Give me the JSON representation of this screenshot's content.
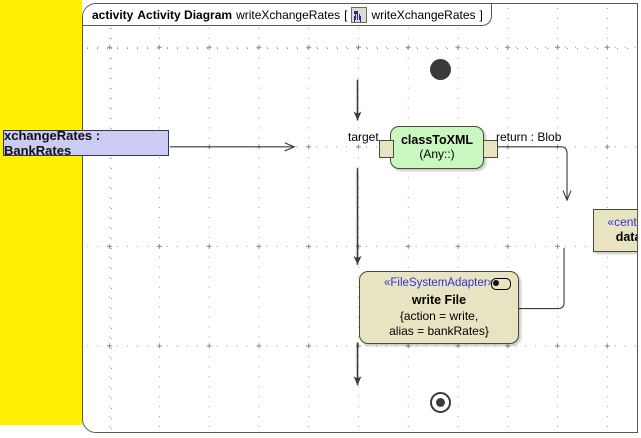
{
  "frame": {
    "keyword": "activity",
    "diagram_type": "Activity Diagram",
    "name": "writeXchangeRates",
    "bracket_open": "[",
    "icon": "activity-diagram-icon",
    "qualified_name": "writeXchangeRates",
    "bracket_close": "]"
  },
  "nodes": {
    "input_pin_object": {
      "label": "xchangeRates : BankRates",
      "fill": "#ccccf2",
      "stroke": "#333366"
    },
    "initial_node": {
      "name": "initial-node",
      "fill": "#3a3a3a"
    },
    "class_to_xml": {
      "name": "classToXML",
      "signature": "(Any::)",
      "fill": "#c8f7c0",
      "stroke": "#4a4a3a",
      "pin_left": "target-pin",
      "pin_right": "return-pin"
    },
    "central_buffer": {
      "stereotype": "«centralBuffer»",
      "label": "data : Blob",
      "fill": "#e8e4c2",
      "stereotype_color": "#3333cc"
    },
    "write_file": {
      "stereotype": "«FileSystemAdapter»",
      "name": "write File",
      "property_line1": "{action = write,",
      "property_line2": "alias = bankRates}",
      "fill": "#e8e4c2",
      "stereotype_color": "#3333cc",
      "icon": "behavior-icon"
    },
    "final_node": {
      "name": "activity-final-node",
      "fill": "#3a3a3a"
    }
  },
  "edges": {
    "target_label": "target",
    "return_label": "return : Blob"
  },
  "selection": {
    "band_color": "#ffef00"
  }
}
